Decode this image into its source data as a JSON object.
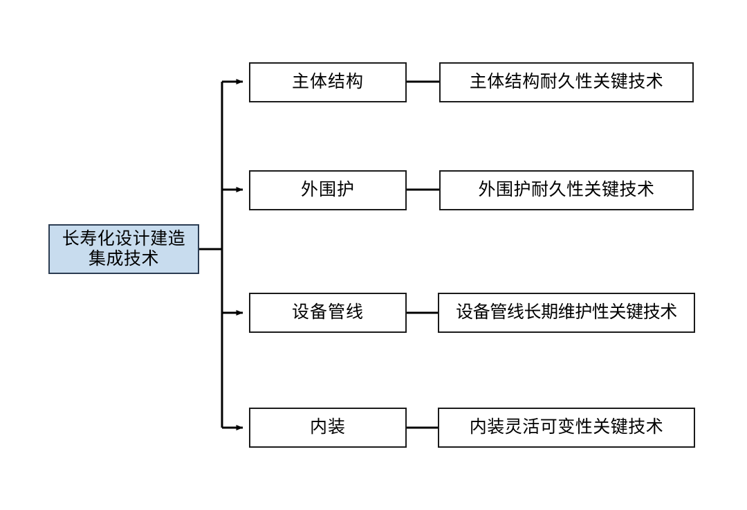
{
  "diagram": {
    "type": "tree-hierarchy",
    "orientation": "left-to-right",
    "root": {
      "label": "长寿化设计建造集成技术",
      "line1": "长寿化设计建造",
      "line2": "集成技术",
      "fill_color": "#c8dcee",
      "border_color": "#2b3c52"
    },
    "branches": [
      {
        "category": "主体结构",
        "technology": "主体结构耐久性关键技术"
      },
      {
        "category": "外围护",
        "technology": "外围护耐久性关键技术"
      },
      {
        "category": "设备管线",
        "technology": "设备管线长期维护性关键技术"
      },
      {
        "category": "内装",
        "technology": "内装灵活可变性关键技术"
      }
    ],
    "connector": {
      "line_color": "#000000",
      "arrow_style": "solid-triangle",
      "box_fill": "#ffffff",
      "box_border": "#1a1a1a"
    }
  }
}
